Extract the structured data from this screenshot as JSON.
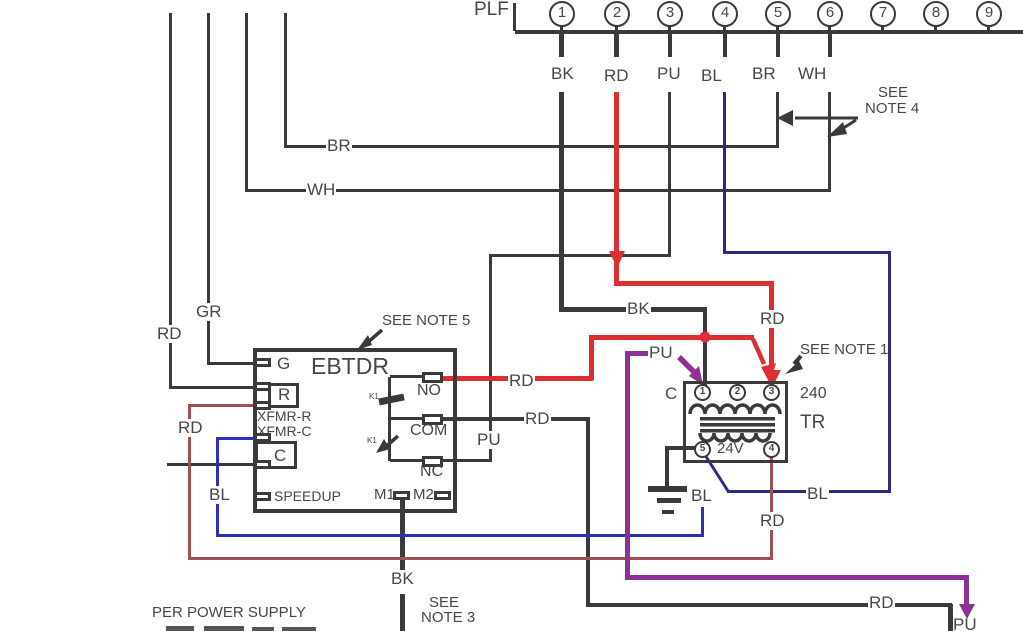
{
  "colors": {
    "line": "#3a3a3a",
    "text": "#474747",
    "red": "#dd2f33",
    "maroon": "#a34f50",
    "navy": "#2b2b82",
    "blue": "#2f2fbe",
    "purple": "#8e3194"
  },
  "plf": {
    "label": "PLF",
    "terminals": [
      "1",
      "2",
      "3",
      "4",
      "5",
      "6",
      "7",
      "8",
      "9"
    ],
    "wire_labels": {
      "bk": "BK",
      "rd": "RD",
      "pu": "PU",
      "bl": "BL",
      "br": "BR",
      "wh": "WH"
    }
  },
  "notes": {
    "note4_line1": "SEE",
    "note4_line2": "NOTE 4",
    "note5": "SEE NOTE 5",
    "note1": "SEE NOTE 1",
    "note3_line1": "SEE",
    "note3_line2": "NOTE 3"
  },
  "bus": {
    "br": "BR",
    "wh": "WH",
    "gr": "GR",
    "rd": "RD"
  },
  "ebtdr": {
    "title": "EBTDR",
    "term_g": "G",
    "term_r": "R",
    "term_xfmr_r": "XFMR-R",
    "term_xfmr_c": "XFMR-C",
    "term_c": "C",
    "term_speedup": "SPEEDUP",
    "term_m1": "M1",
    "term_m2": "M2",
    "relay_no": "NO",
    "relay_com": "COM",
    "relay_nc": "NC",
    "k1_upper": "K1",
    "k1_lower": "K1"
  },
  "transformer": {
    "designator": "TR",
    "primary_voltage": "240",
    "secondary_voltage": "24V",
    "common_label": "C",
    "terminal_1": "1",
    "terminal_2": "2",
    "terminal_3": "3",
    "terminal_4": "4",
    "terminal_5": "5"
  },
  "wire_tags": {
    "bk_mid": "BK",
    "rd_no": "RD",
    "rd_com": "RD",
    "pu_nc": "PU",
    "pu_transformer": "PU",
    "rd_right": "RD",
    "rd_maroon_left": "RD",
    "bl_xfmrc": "BL",
    "bl_secondary": "BL",
    "bl_right": "BL",
    "rd_secondary": "RD",
    "bk_bottom": "BK",
    "rd_bottom": "RD",
    "pu_bottom": "PU"
  },
  "footer": {
    "power_supply": "PER POWER SUPPLY"
  }
}
